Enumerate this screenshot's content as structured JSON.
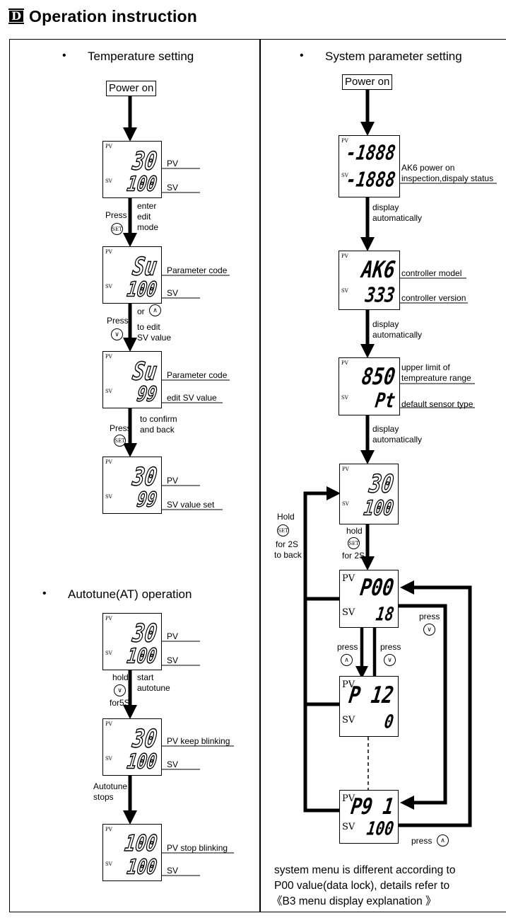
{
  "header": {
    "badge": "D",
    "title": "Operation instruction"
  },
  "bullet": "•",
  "sections": {
    "temp": "Temperature setting",
    "at": "Autotune(AT) operation",
    "sys": "System parameter setting"
  },
  "labels": {
    "power_on": "Power on",
    "pv": "PV",
    "sv": "SV",
    "param_code": "Parameter code",
    "edit_sv": "edit SV value",
    "sv_set": "SV value set",
    "pv_keep": "PV keep blinking",
    "pv_stop": "PV stop blinking",
    "ak6_1": "AK6 power on",
    "ak6_2": "inspection,dispaly status",
    "ctrl_model": "controller model",
    "ctrl_ver": "controller version",
    "upper_1": "upper limit of",
    "upper_2": "tempreature range",
    "sensor": "default sensor type"
  },
  "steps": {
    "press": "Press",
    "press_lc": "press",
    "enter": "enter",
    "edit": "edit",
    "mode": "mode",
    "or": "or",
    "to_edit": "to edit",
    "sv_value": "SV value",
    "to_confirm": "to confirm",
    "and_back": "and back",
    "hold": "hold",
    "Hold": "Hold",
    "start": "start",
    "autotune": "autotune",
    "for5s": "for5S",
    "autotune_cap": "Autotune",
    "stops": "stops",
    "display": "display",
    "automatically": "automatically",
    "for2s": "for 2S",
    "to_back": "to back"
  },
  "icons": {
    "set": "SET",
    "up": "∧",
    "down": "∨"
  },
  "displays": {
    "t1": {
      "top": "30",
      "bot": "100"
    },
    "t2": {
      "top": "Su",
      "bot": "100"
    },
    "t3": {
      "top": "Su",
      "bot": "99"
    },
    "t4": {
      "top": "30",
      "bot": "99"
    },
    "a1": {
      "top": "30",
      "bot": "100"
    },
    "a2": {
      "top": "30",
      "bot": "100"
    },
    "a3": {
      "top": "100",
      "bot": "100"
    },
    "s1": {
      "top": "-1888",
      "bot": "-1888"
    },
    "s2": {
      "top": "AK6",
      "bot": "333"
    },
    "s3": {
      "top": "850",
      "bot": "Pt"
    },
    "s4": {
      "top": "30",
      "bot": "100"
    },
    "p1": {
      "top": "P00",
      "bot": "18"
    },
    "p2": {
      "top": "P 12",
      "bot": "0"
    },
    "p3": {
      "top": "P9 1",
      "bot": "100"
    }
  },
  "footnote": {
    "line1": "system menu is different according to",
    "line2": "P00 value(data lock), details refer to",
    "line3": "《B3 menu display explanation 》"
  }
}
